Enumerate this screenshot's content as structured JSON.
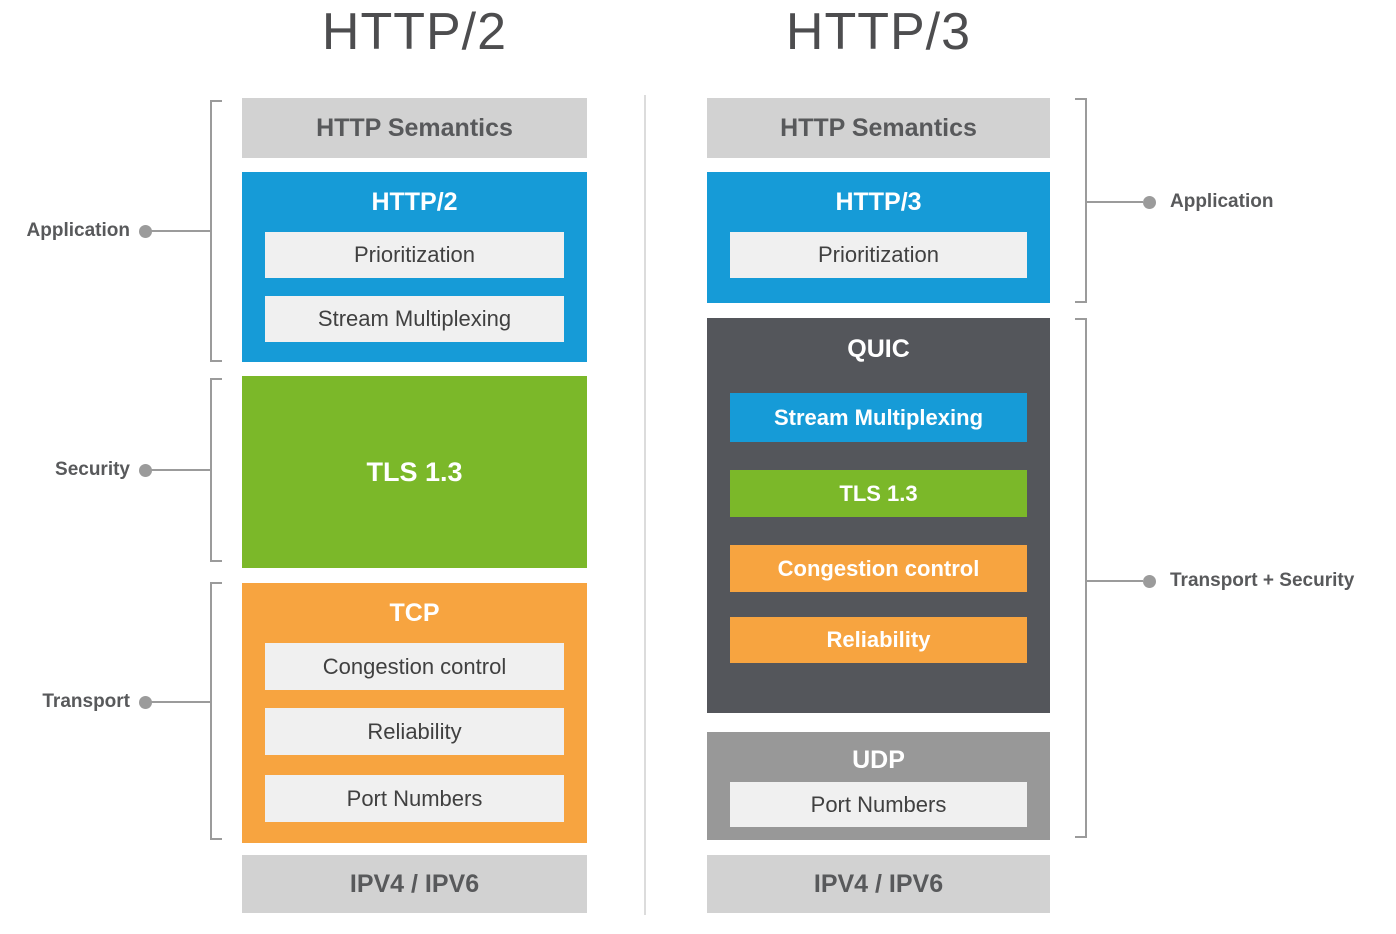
{
  "colors": {
    "blue": "#169bd7",
    "green": "#7bb829",
    "orange": "#f7a440",
    "dark_grey": "#54565b",
    "mid_grey": "#989898",
    "light_grey": "#d2d2d2",
    "inner_grey": "#f0f0f0"
  },
  "titles": {
    "left": "HTTP/2",
    "right": "HTTP/3"
  },
  "left": {
    "semantics": "HTTP Semantics",
    "http2": {
      "title": "HTTP/2",
      "items": [
        "Prioritization",
        "Stream Multiplexing"
      ]
    },
    "tls": "TLS 1.3",
    "tcp": {
      "title": "TCP",
      "items": [
        "Congestion control",
        "Reliability",
        "Port Numbers"
      ]
    },
    "ip": "IPV4 / IPV6"
  },
  "right": {
    "semantics": "HTTP Semantics",
    "http3": {
      "title": "HTTP/3",
      "items": [
        "Prioritization"
      ]
    },
    "quic": {
      "title": "QUIC",
      "bars": [
        {
          "label": "Stream Multiplexing",
          "color": "blue"
        },
        {
          "label": "TLS 1.3",
          "color": "green"
        },
        {
          "label": "Congestion control",
          "color": "orange"
        },
        {
          "label": "Reliability",
          "color": "orange"
        }
      ]
    },
    "udp": {
      "title": "UDP",
      "items": [
        "Port Numbers"
      ]
    },
    "ip": "IPV4 / IPV6"
  },
  "side_labels": {
    "left": [
      "Application",
      "Security",
      "Transport"
    ],
    "right": [
      "Application",
      "Transport + Security"
    ]
  }
}
